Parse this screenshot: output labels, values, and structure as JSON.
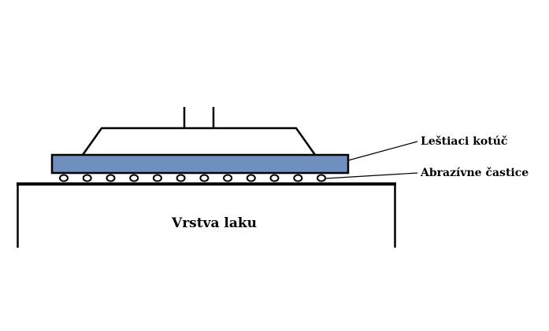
{
  "labels": {
    "disc": "Leštiaci kotúč",
    "particles": "Abrazívne častice",
    "layer": "Vrstva laku"
  },
  "particle_count": 12,
  "colors": {
    "disc_fill": "#6f8fbf",
    "stroke": "#000000",
    "background": "#ffffff"
  }
}
